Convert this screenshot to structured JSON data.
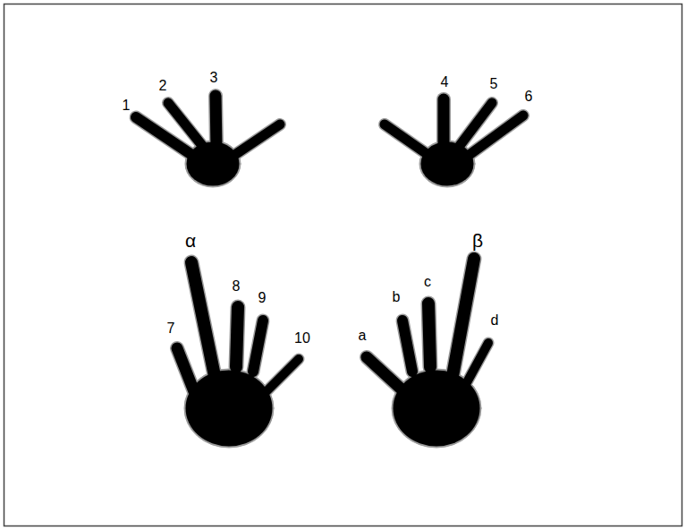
{
  "diagram": {
    "labels": [
      "1",
      "2",
      "3",
      "4",
      "5",
      "6",
      "α",
      "7",
      "8",
      "9",
      "10",
      "β",
      "a",
      "b",
      "c",
      "d"
    ]
  }
}
